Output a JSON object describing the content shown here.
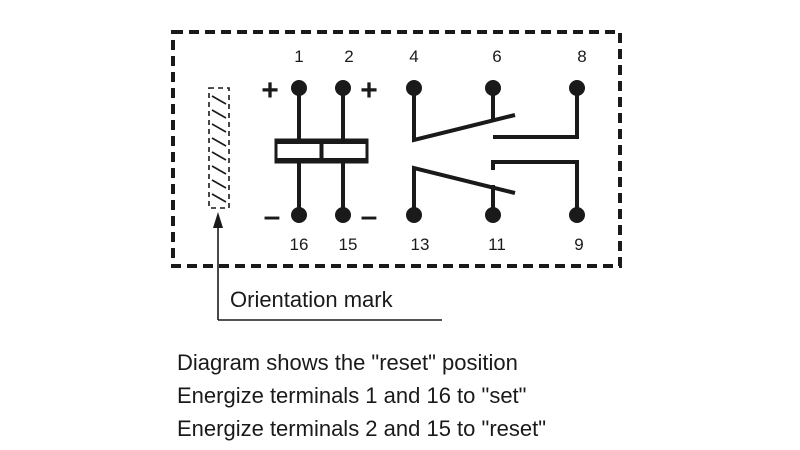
{
  "terminals": {
    "top": [
      "1",
      "2",
      "4",
      "6",
      "8"
    ],
    "bottom": [
      "16",
      "15",
      "13",
      "11",
      "9"
    ]
  },
  "polarity": {
    "t1": "+",
    "t2": "+",
    "t16": "–",
    "t15": "–"
  },
  "callout": {
    "label": "Orientation mark"
  },
  "notes": [
    "Diagram shows the \"reset\" position",
    "Energize terminals 1 and 16 to \"set\"",
    "Energize terminals 2 and 15 to \"reset\""
  ]
}
